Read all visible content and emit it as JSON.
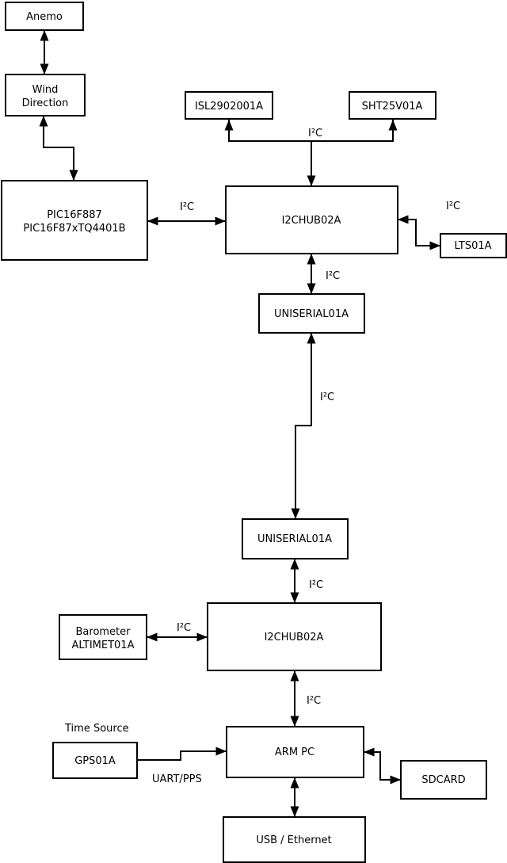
{
  "diagram": {
    "colors": {
      "background": "#ffffff",
      "line": "#000000",
      "text": "#000000"
    },
    "nodes": {
      "anemo": {
        "label": "Anemo"
      },
      "wind_direction": {
        "line1": "Wind",
        "line2": "Direction"
      },
      "pic": {
        "line1": "PIC16F887",
        "line2": "PIC16F87xTQ4401B"
      },
      "isl": {
        "label": "ISL2902001A"
      },
      "sht": {
        "label": "SHT25V01A"
      },
      "i2c_hub_1": {
        "label": "I2CHUB02A"
      },
      "lts": {
        "label": "LTS01A"
      },
      "uniserial_1": {
        "label": "UNISERIAL01A"
      },
      "uniserial_2": {
        "label": "UNISERIAL01A"
      },
      "i2c_hub_2": {
        "label": "I2CHUB02A"
      },
      "barometer": {
        "line1": "Barometer",
        "line2": "ALTIMET01A"
      },
      "gps": {
        "label": "GPS01A"
      },
      "arm_pc": {
        "label": "ARM PC"
      },
      "sdcard": {
        "label": "SDCARD"
      },
      "usb_ethernet": {
        "label": "USB / Ethernet"
      }
    },
    "edge_labels": {
      "i2c": "I²C",
      "uart_pps": "UART/PPS",
      "time_source": "Time Source"
    }
  }
}
